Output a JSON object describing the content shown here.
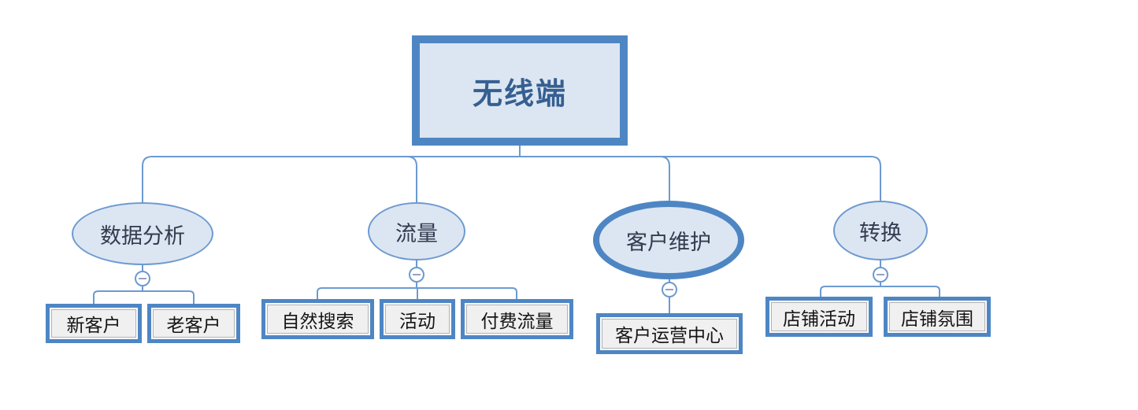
{
  "diagram": {
    "root": {
      "label": "无线端"
    },
    "branches": [
      {
        "label": "数据分析",
        "emphasized": false,
        "children": [
          "新客户",
          "老客户"
        ]
      },
      {
        "label": "流量",
        "emphasized": false,
        "children": [
          "自然搜索",
          "活动",
          "付费流量"
        ]
      },
      {
        "label": "客户维护",
        "emphasized": true,
        "children": [
          "客户运营中心"
        ]
      },
      {
        "label": "转换",
        "emphasized": false,
        "children": [
          "店铺活动",
          "店铺氛围"
        ]
      }
    ],
    "icons": {
      "collapse": "minus-circle"
    },
    "colors": {
      "accent_border": "#4e86c4",
      "connector_line": "#6d9ad0",
      "node_fill": "#dce6f2",
      "leaf_fill": "#f0f0f0",
      "root_text": "#365f91",
      "branch_text": "#333b4f",
      "leaf_text": "#141414",
      "background": "#ffffff"
    }
  }
}
